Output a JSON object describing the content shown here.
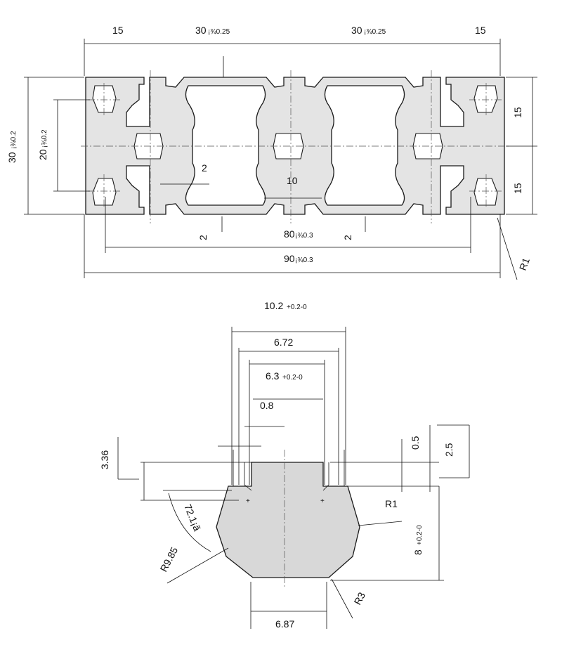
{
  "profile_view": {
    "width_left": "15",
    "width_30_a": "30",
    "tol_30_a": "¡¾0.25",
    "width_30_b": "30",
    "tol_30_b": "¡¾0.25",
    "width_right": "15",
    "height_30": "30",
    "tol_height_30": "¡¾0.2",
    "height_20": "20",
    "tol_height_20": "¡¾0.2",
    "right_top_15": "15",
    "right_bottom_15": "15",
    "wall_2_inner": "2",
    "gap_10": "10",
    "wall_2_bottom_left": "2",
    "wall_2_bottom_right": "2",
    "span_80": "80",
    "tol_80": "¡¾0.3",
    "span_90": "90",
    "tol_90": "¡¾0.3",
    "radius_r1": "R1"
  },
  "slot_detail": {
    "width_10_2": "10.2",
    "tol_10_2": "+0.2-0",
    "width_6_72": "6.72",
    "width_6_3": "6.3",
    "tol_6_3": "+0.2-0",
    "lip_0_8": "0.8",
    "depth_3_36": "3.36",
    "angle_72": "72.1¡ã",
    "radius_9_85": "R9.85",
    "chamfer_0_5": "0.5",
    "height_2_5": "2.5",
    "radius_r1": "R1",
    "depth_8": "8",
    "tol_8": "+0.2-0",
    "radius_r3": "R3",
    "bottom_6_87": "6.87"
  },
  "colors": {
    "profile_fill": "#e4e4e4",
    "section_fill": "#d8d8d8",
    "line": "#1a1a1a"
  }
}
